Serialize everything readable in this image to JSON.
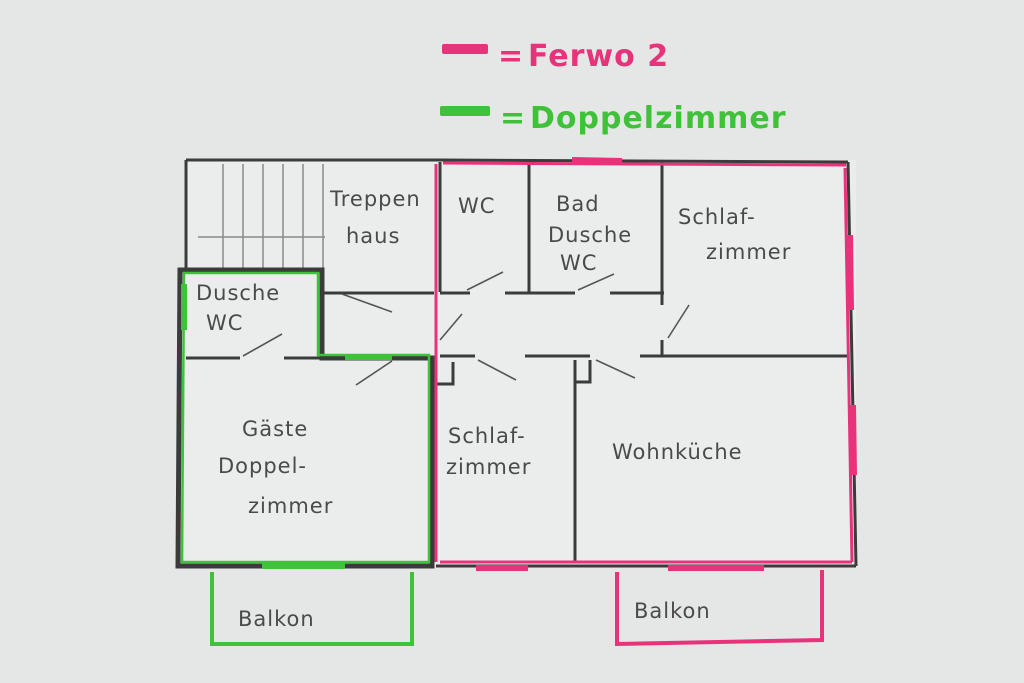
{
  "legend": {
    "apartment": {
      "label": "Ferwo 2",
      "color": "#e8337a"
    },
    "double_room": {
      "label": "Doppelzimmer",
      "color": "#3fc23a"
    }
  },
  "rooms": {
    "stairwell": {
      "line1": "Treppen",
      "line2": "haus"
    },
    "wc_top": {
      "line1": "WC"
    },
    "bath": {
      "line1": "Bad",
      "line2": "Dusche",
      "line3": "WC"
    },
    "bedroom_right": {
      "line1": "Schlaf-",
      "line2": "zimmer"
    },
    "shower_wc": {
      "line1": "Dusche",
      "line2": "WC"
    },
    "guest_room": {
      "line1": "Gäste",
      "line2": "Doppel-",
      "line3": "zimmer"
    },
    "bedroom_middle": {
      "line1": "Schlaf-",
      "line2": "zimmer"
    },
    "kitchen": {
      "line1": "Wohnküche"
    },
    "balcony_left": {
      "line1": "Balkon"
    },
    "balcony_right": {
      "line1": "Balkon"
    }
  },
  "colors": {
    "wall": "#3b3b3b",
    "paper": "#e4e7e6",
    "floor": "#ebedec"
  }
}
